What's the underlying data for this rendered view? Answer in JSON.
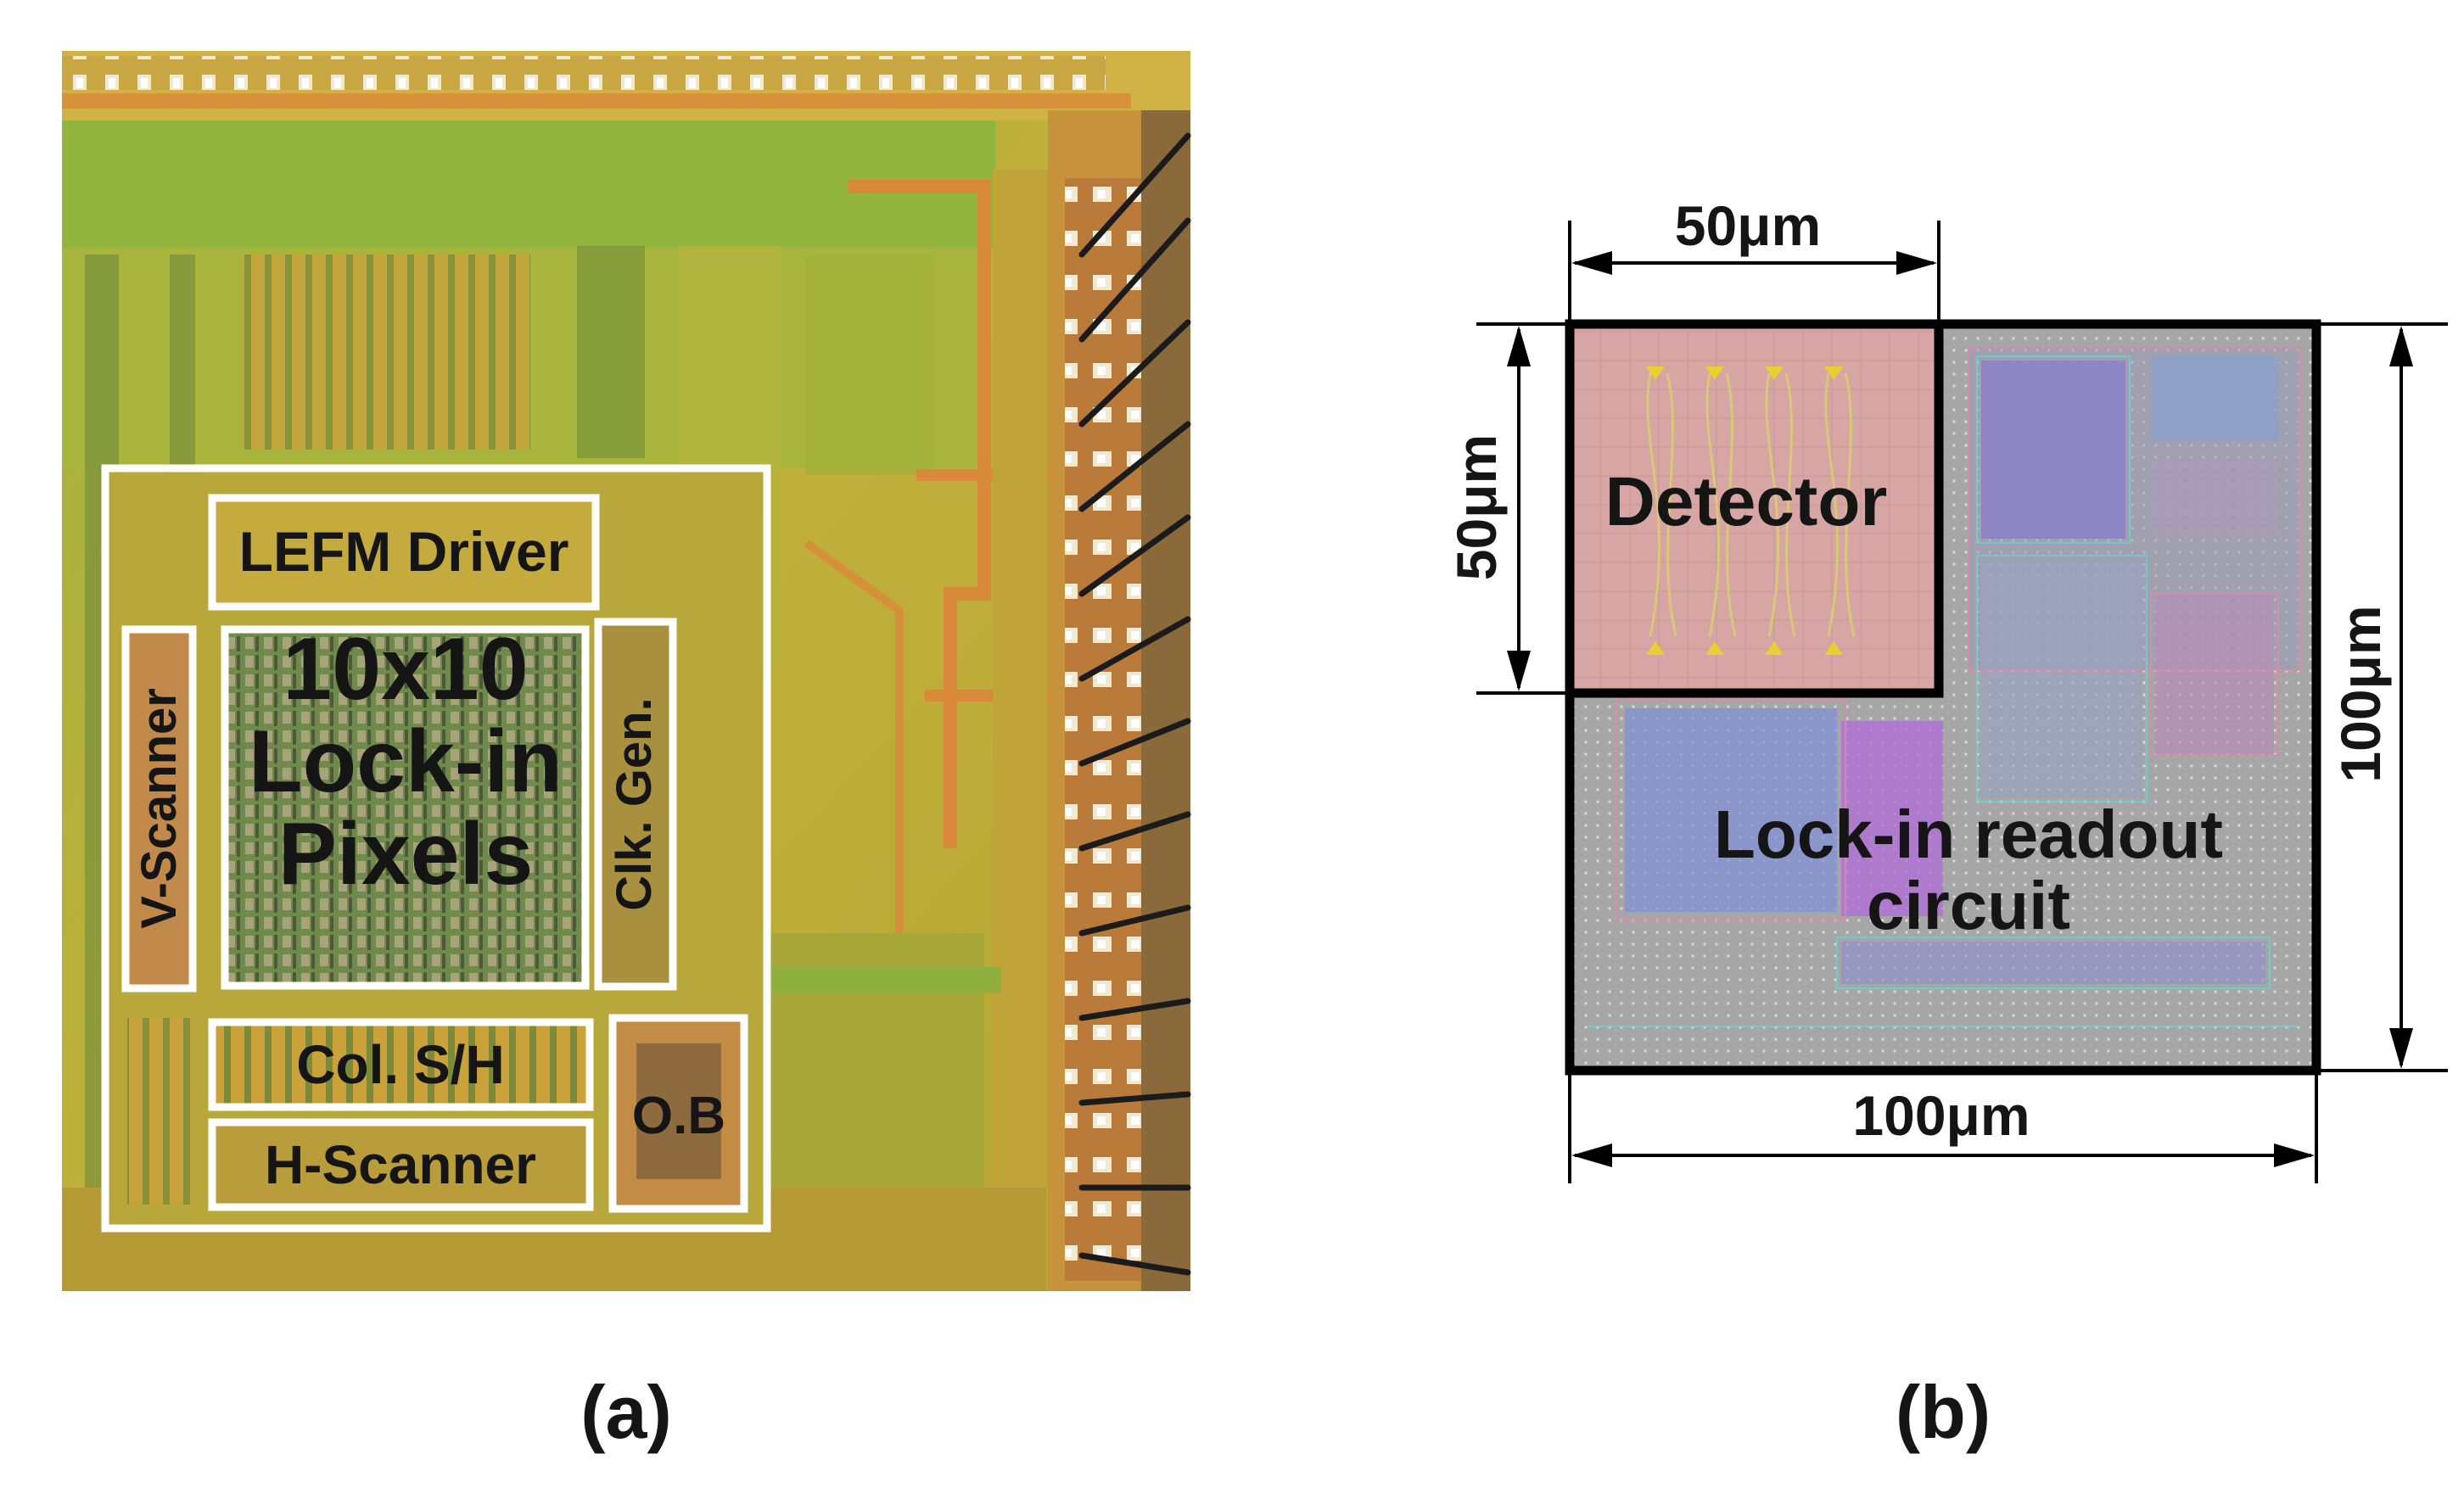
{
  "panel_a": {
    "caption": "(a)",
    "blocks": {
      "lefm_driver": "LEFM Driver",
      "pixels_line1": "10x10",
      "pixels_line2": "Lock-in",
      "pixels_line3": "Pixels",
      "v_scanner": "V-Scanner",
      "clk_gen": "Clk. Gen.",
      "col_sh": "Col. S/H",
      "h_scanner": "H-Scanner",
      "ob": "O.B"
    }
  },
  "panel_b": {
    "caption": "(b)",
    "detector": "Detector",
    "readout_line1": "Lock-in readout",
    "readout_line2": "circuit",
    "dim_top": "50μm",
    "dim_left": "50μm",
    "dim_right": "100μm",
    "dim_bottom": "100μm"
  },
  "colors": {
    "die_base": "#b9b236",
    "die_green": "#8db33f",
    "metal_orange": "#d9893a",
    "pad_dark": "#2e2a22",
    "highlight_box": "#ffffff",
    "detector_fill": "#d9a4a4",
    "readout_fill": "#a8a8a8",
    "border_black": "#000000"
  }
}
